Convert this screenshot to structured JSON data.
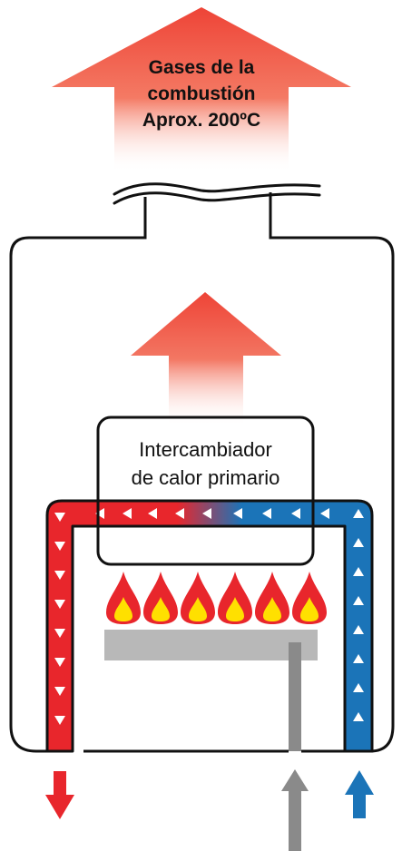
{
  "exhaust": {
    "line1": "Gases de la",
    "line2": "combustión",
    "line3": "Aprox. 200ºC"
  },
  "heat_exchanger": {
    "line1": "Intercambiador",
    "line2": "de calor primario"
  },
  "colors": {
    "hot_water": "#e8262c",
    "cold_water": "#1b74b8",
    "gas": "#8a8a8a",
    "burner": "#b8b8b8",
    "flame_outer": "#e8262c",
    "flame_inner": "#ffe000",
    "exhaust_arrow": "#f05a4a",
    "outline": "#111111"
  },
  "flames_count": 6
}
